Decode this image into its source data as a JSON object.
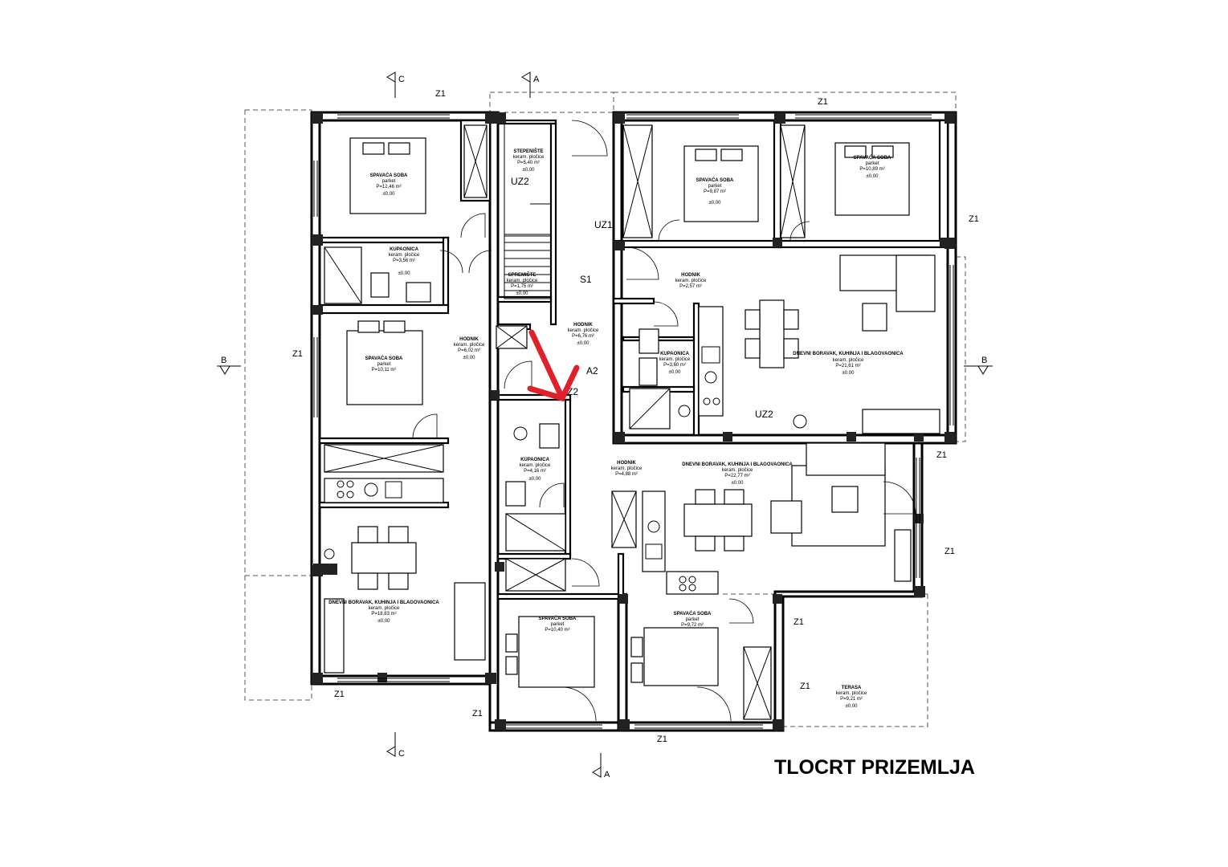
{
  "title": "TLOCRT PRIZEMLJA",
  "section_marks": {
    "c_top": "C",
    "a_top": "A",
    "c_bottom": "C",
    "a_bottom": "A",
    "b_left": "B",
    "b_right": "B"
  },
  "tags": {
    "z1": "Z1",
    "uz1": "UZ1",
    "uz2": "UZ2",
    "s1": "S1",
    "a2": "A2",
    "z2": "Z2"
  },
  "rooms": [
    {
      "name": "SPAVAĆA SOBA",
      "floor": "parket",
      "area": "P=12,46 m²"
    },
    {
      "name": "STEPENIŠTE",
      "floor": "keram. pločice",
      "area": "P=5,40 m²"
    },
    {
      "name": "KUPAONICA",
      "floor": "keram. pločice",
      "area": "P=3,56 m²"
    },
    {
      "name": "SPREMIŠTE",
      "floor": "keram. pločice",
      "area": "P=1,75 m²"
    },
    {
      "name": "SPAVAĆA SOBA",
      "floor": "parket",
      "area": "P=10,11 m²"
    },
    {
      "name": "HODNIK",
      "floor": "keram. pločice",
      "area": "P=6,02 m²"
    },
    {
      "name": "HODNIK",
      "floor": "keram. pločice",
      "area": "P=6,76 m²"
    },
    {
      "name": "SPAVAĆA SOBA",
      "floor": "parket",
      "area": "P=9,87 m²"
    },
    {
      "name": "SPAVAĆA SOBA",
      "floor": "parket",
      "area": "P=10,89 m²"
    },
    {
      "name": "HODNIK",
      "floor": "keram. pločice",
      "area": "P=2,57 m²"
    },
    {
      "name": "KUPAONICA",
      "floor": "keram. pločice",
      "area": "P=3,60 m²"
    },
    {
      "name": "DNEVNI BORAVAK, KUHINJA I BLAGOVAONICA",
      "floor": "keram. pločice",
      "area": "P=21,61 m²"
    },
    {
      "name": "KUPAONICA",
      "floor": "keram. pločice",
      "area": "P=4,16 m²"
    },
    {
      "name": "HODNIK",
      "floor": "keram. pločice",
      "area": "P=4,88 m²"
    },
    {
      "name": "DNEVNI BORAVAK, KUHINJA I BLAGOVAONICA",
      "floor": "keram. pločice",
      "area": "P=22,77 m²"
    },
    {
      "name": "DNEVNI BORAVAK, KUHINJA I BLAGOVAONICA",
      "floor": "keram. pločice",
      "area": "P=18,83 m²"
    },
    {
      "name": "SPAVAĆA SOBA",
      "floor": "parket",
      "area": "P=10,40 m²"
    },
    {
      "name": "SPAVAĆA SOBA",
      "floor": "parket",
      "area": "P=9,72 m²"
    },
    {
      "name": "TERASA",
      "floor": "keram. pločice",
      "area": "P=9,21 m²"
    }
  ],
  "level_mark": "±0,00",
  "colors": {
    "arrow": "#e0212b",
    "walls": "#000000",
    "background": "#ffffff"
  }
}
